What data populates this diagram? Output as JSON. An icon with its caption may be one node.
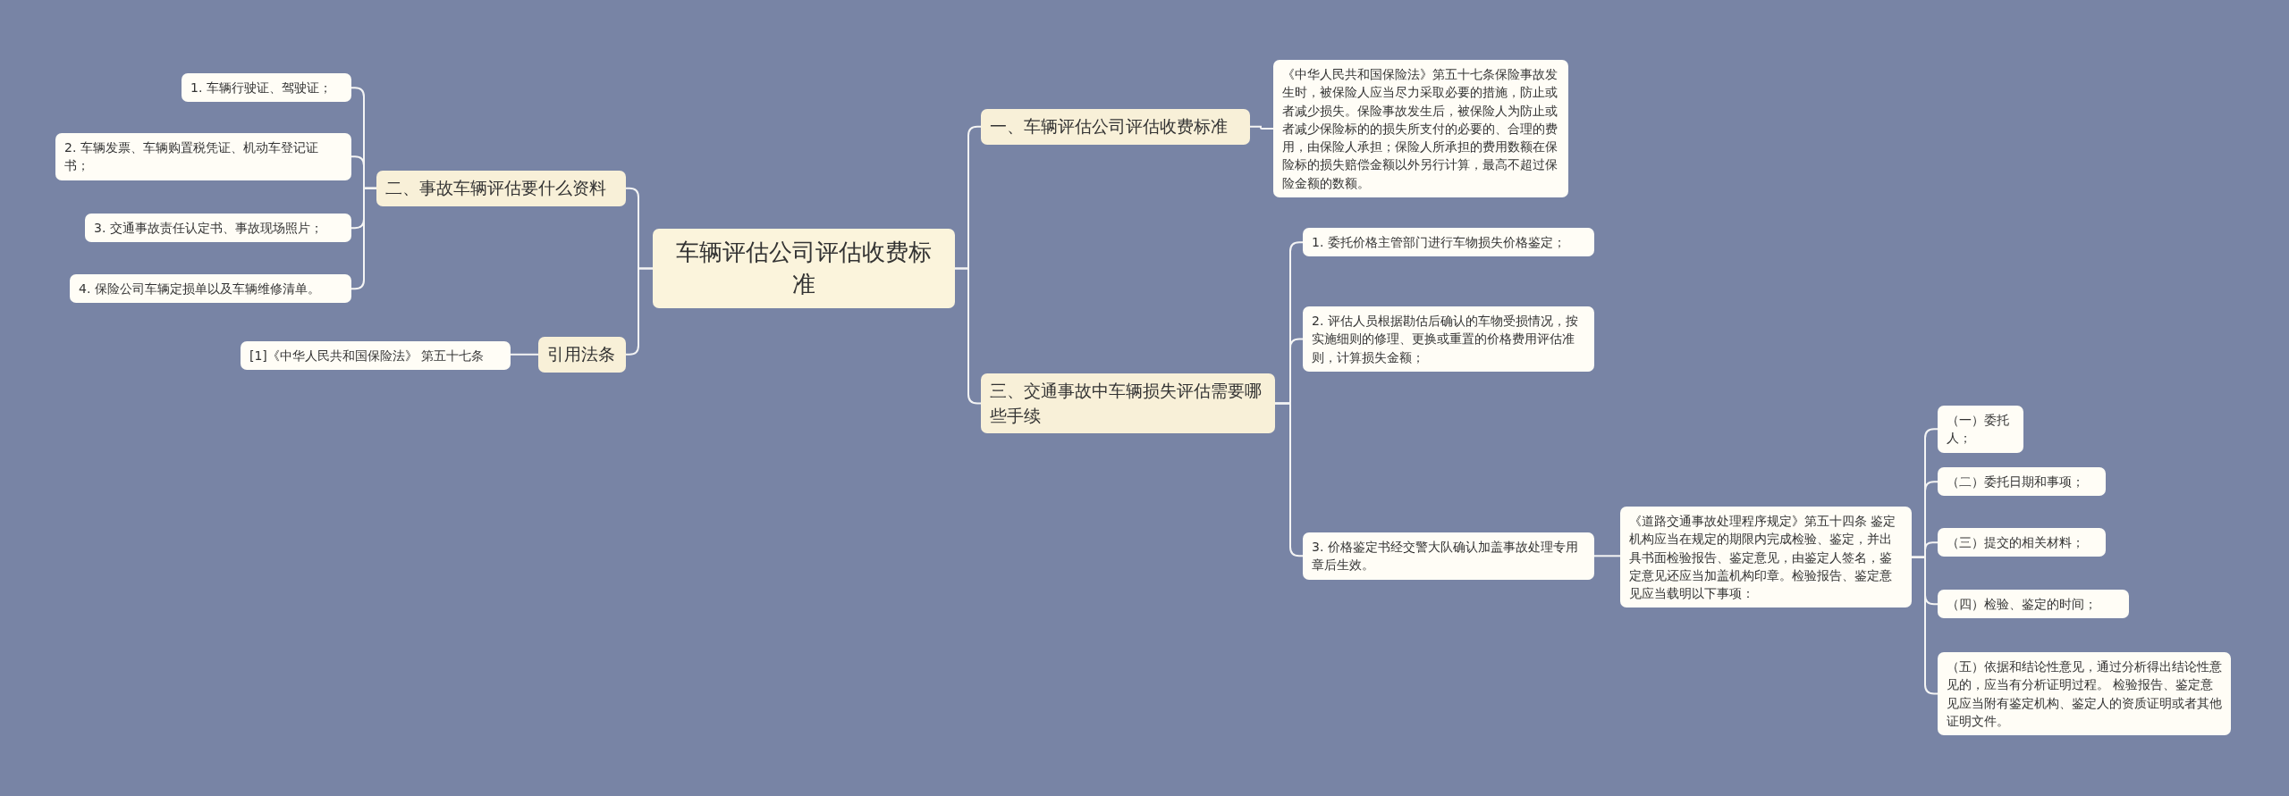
{
  "diagram": {
    "nodes": [
      {
        "text": [
          "车辆评估公司评估收费标准"
        ]
      },
      {
        "text": [
          "一、车辆评估公司评估收费标准"
        ]
      },
      {
        "text": [
          "《中华人民共和国保险法》第五十七条保险事故发生时，被保险人应当尽力采取必要的措施，防止或者减少损失。保险事故发生后，被保险人为防止或者减少保险标的的损失所支付的必要的、合理的费用，由保险人承担；保险人所承担的费用数额在保险标的损失赔偿金额以外另行计算，最高不超过保险金额的数额。"
        ]
      },
      {
        "text": [
          "三、交通事故中车辆损失评估需要哪些手续"
        ]
      },
      {
        "text": [
          "1. 委托价格主管部门进行车物损失价格鉴定；"
        ]
      },
      {
        "text": [
          "2. 评估人员根据勘估后确认的车物受损情况，按实施细则的修理、更换或重置的价格费用评估准则，计算损失金额；"
        ]
      },
      {
        "text": [
          "3. 价格鉴定书经交警大队确认加盖事故处理专用章后生效。"
        ]
      },
      {
        "text": [
          "《道路交通事故处理程序规定》第五十四条 鉴定机构应当在规定的期限内完成检验、鉴定，并出具书面检验报告、鉴定意见，由鉴定人签名，鉴定意见还应当加盖机构印章。检验报告、鉴定意见应当载明以下事项："
        ]
      },
      {
        "text": [
          "（一）委托人；"
        ]
      },
      {
        "text": [
          "（二）委托日期和事项；"
        ]
      },
      {
        "text": [
          "（三）提交的相关材料；"
        ]
      },
      {
        "text": [
          "（四）检验、鉴定的时间；"
        ]
      },
      {
        "text": [
          "（五）依据和结论性意见，通过分析得出结论性意见的，应当有分析证明过程。 检验报告、鉴定意见应当附有鉴定机构、鉴定人的资质证明或者其他证明文件。"
        ]
      },
      {
        "text": [
          "二、事故车辆评估要什么资料"
        ]
      },
      {
        "text": [
          "1. 车辆行驶证、驾驶证；"
        ]
      },
      {
        "text": [
          "2. 车辆发票、车辆购置税凭证、机动车登记证书；"
        ]
      },
      {
        "text": [
          "3. 交通事故责任认定书、事故现场照片；"
        ]
      },
      {
        "text": [
          "4. 保险公司车辆定损单以及车辆维修清单。"
        ]
      },
      {
        "text": [
          "引用法条"
        ]
      },
      {
        "text": [
          "[1]《中华人民共和国保险法》 第五十七条"
        ]
      }
    ],
    "edges": [
      {
        "from": 0,
        "to": 1,
        "arrow": "none"
      },
      {
        "from": 1,
        "to": 2,
        "arrow": "none"
      },
      {
        "from": 0,
        "to": 3,
        "arrow": "none"
      },
      {
        "from": 3,
        "to": 4,
        "arrow": "none"
      },
      {
        "from": 3,
        "to": 5,
        "arrow": "none"
      },
      {
        "from": 3,
        "to": 6,
        "arrow": "none"
      },
      {
        "from": 6,
        "to": 7,
        "arrow": "none"
      },
      {
        "from": 7,
        "to": 8,
        "arrow": "none"
      },
      {
        "from": 7,
        "to": 9,
        "arrow": "none"
      },
      {
        "from": 7,
        "to": 10,
        "arrow": "none"
      },
      {
        "from": 7,
        "to": 11,
        "arrow": "none"
      },
      {
        "from": 7,
        "to": 12,
        "arrow": "none"
      },
      {
        "from": 0,
        "to": 13,
        "arrow": "none"
      },
      {
        "from": 13,
        "to": 14,
        "arrow": "none"
      },
      {
        "from": 13,
        "to": 15,
        "arrow": "none"
      },
      {
        "from": 13,
        "to": 16,
        "arrow": "none"
      },
      {
        "from": 13,
        "to": 17,
        "arrow": "none"
      },
      {
        "from": 0,
        "to": 18,
        "arrow": "none"
      },
      {
        "from": 18,
        "to": 19,
        "arrow": "none"
      }
    ]
  }
}
